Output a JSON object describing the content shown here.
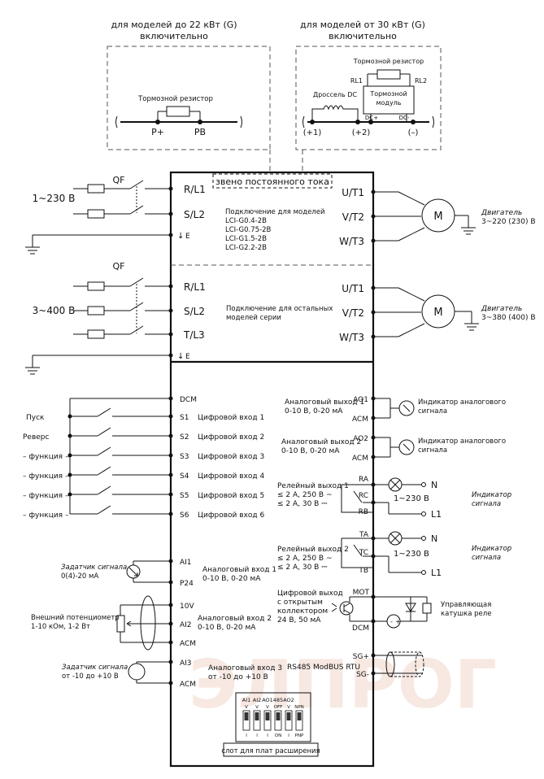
{
  "header": {
    "left_line1": "для моделей до 22 кВт (G)",
    "left_line2": "включительно",
    "right_line1": "для моделей от 30 кВт (G)",
    "right_line2": "включительно"
  },
  "brake_left": {
    "resistor": "Тормозной резистор",
    "p_plus": "P+",
    "pb": "PB"
  },
  "brake_right": {
    "resistor": "Тормозной резистор",
    "rl1": "RL1",
    "rl2": "RL2",
    "choke": "Дроссель DC",
    "module_line1": "Тормозной",
    "module_line2": "модуль",
    "dc_plus": "DC+",
    "dc_minus": "DC-",
    "t1": "(+1)",
    "t2": "(+2)",
    "t3": "(–)"
  },
  "dc_link": "звено постоянного тока",
  "power1": {
    "qf": "QF",
    "supply": "1~230 В",
    "in1": "R/L1",
    "in2": "S/L2",
    "earth": "E",
    "out1": "U/T1",
    "out2": "V/T2",
    "out3": "W/T3",
    "note_line1": "Подключение для моделей",
    "models": [
      "LCI-G0.4-2B",
      "LCI-G0.75-2B",
      "LCI-G1.5-2B",
      "LCI-G2.2-2B"
    ],
    "motor": "M",
    "motor_line1": "Двигатель",
    "motor_line2": "3~220 (230) В"
  },
  "power2": {
    "qf": "QF",
    "supply": "3~400 В",
    "in1": "R/L1",
    "in2": "S/L2",
    "in3": "T/L3",
    "earth": "E",
    "out1": "U/T1",
    "out2": "V/T2",
    "out3": "W/T3",
    "note_line1": "Подключение для остальных",
    "note_line2": "моделей серии",
    "motor": "M",
    "motor_line1": "Двигатель",
    "motor_line2": "3~380 (400) В"
  },
  "digital": {
    "dcm": "DCM",
    "inputs": [
      {
        "func": "Пуск",
        "term": "S1",
        "label": "Цифровой вход 1"
      },
      {
        "func": "Реверс",
        "term": "S2",
        "label": "Цифровой вход 2"
      },
      {
        "func": "– функция –",
        "term": "S3",
        "label": "Цифровой вход 3"
      },
      {
        "func": "– функция –",
        "term": "S4",
        "label": "Цифровой вход 4"
      },
      {
        "func": "– функция –",
        "term": "S5",
        "label": "Цифровой вход 5"
      },
      {
        "func": "– функция –",
        "term": "S6",
        "label": "Цифровой вход 6"
      }
    ]
  },
  "analog_in": {
    "ai1": "AI1",
    "p24": "P24",
    "v10": "10V",
    "ai2": "AI2",
    "acm": "ACM",
    "ai3": "AI3",
    "ai1_line1": "Аналоговый вход 1",
    "ai1_line2": "0-10 В, 0-20 мА",
    "ai2_line1": "Аналоговый вход 2",
    "ai2_line2": "0-10 В, 0-20 мА",
    "ai3_line1": "Аналоговый вход 3",
    "ai3_line2": "от -10 до +10 В",
    "setter1_line1": "Задатчик сигнала",
    "setter1_line2": "0(4)-20 мА",
    "pot_line1": "Внешний потенциометр",
    "pot_line2": "1-10 кОм, 1-2 Вт",
    "setter2_line1": "Задатчик сигнала",
    "setter2_line2": "от -10 до +10 В"
  },
  "analog_out": {
    "ao1": "AO1",
    "acm1": "ACM",
    "ao2": "AO2",
    "acm2": "ACM",
    "ao1_line1": "Аналоговый выход 1",
    "ao1_line2": "0-10 В, 0-20 мА",
    "ao2_line1": "Аналоговый выход 2",
    "ao2_line2": "0-10 В, 0-20 мА",
    "ind_line1": "Индикатор аналогового",
    "ind_line2": "сигнала"
  },
  "relay1": {
    "ra": "RA",
    "rc": "RC",
    "rb": "RB",
    "line1": "Релейный выход 1",
    "line2": "≤ 2 А, 250 В ~",
    "line3": "≤ 2 А, 30 В ⎓",
    "n": "N",
    "l1": "L1",
    "volt": "1~230 В",
    "ind_line1": "Индикатор",
    "ind_line2": "сигнала"
  },
  "relay2": {
    "ta": "TA",
    "tc": "TC",
    "tb": "TB",
    "line1": "Релейный выход 2",
    "line2": "≤ 2 А, 250 В ~",
    "line3": "≤ 2 А, 30 В ⎓",
    "n": "N",
    "l1": "L1",
    "volt": "1~230 В",
    "ind_line1": "Индикатор",
    "ind_line2": "сигнала"
  },
  "mot": {
    "mot": "MOT",
    "dcm": "DCM",
    "line1": "Цифровой выход",
    "line2": "с открытым",
    "line3": "коллектором",
    "line4": "24 В, 50 мА",
    "coil_line1": "Управляющая",
    "coil_line2": "катушка реле"
  },
  "rs485": {
    "label": "RS485 ModBUS RTU",
    "sgp": "SG+",
    "sgm": "SG-"
  },
  "switches": {
    "top": [
      "AI1",
      "AI2",
      "AO1",
      "485",
      "AO2"
    ],
    "v_row": [
      "V",
      "V",
      "V",
      "OFF",
      "V",
      "NPN"
    ],
    "bot_row": [
      "I",
      "I",
      "I",
      "ON",
      "I",
      "PNP"
    ]
  },
  "expansion_slot": "слот для плат расширения",
  "watermark": "ЭЛПРОГ"
}
